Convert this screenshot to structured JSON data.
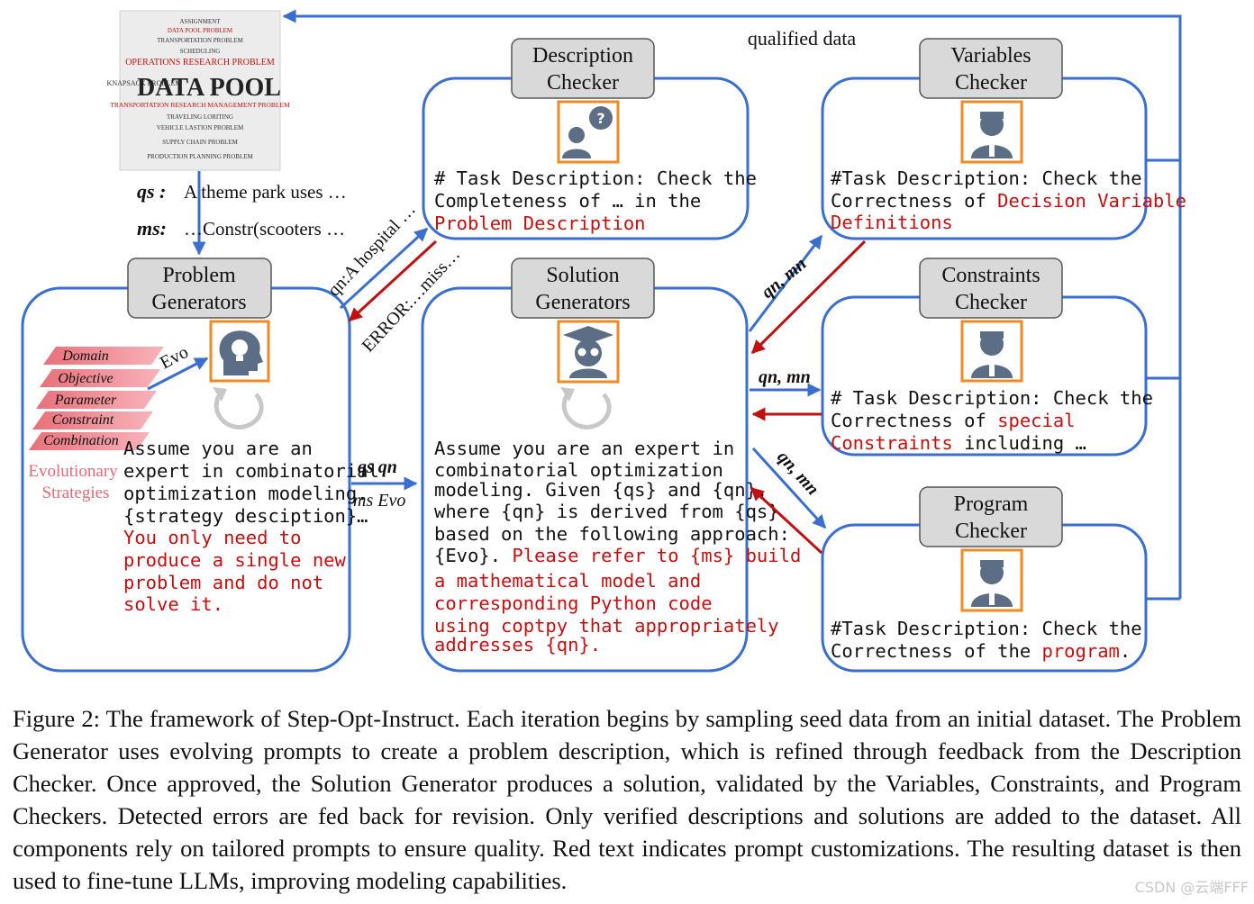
{
  "data_pool": {
    "title": "DATA POOL",
    "keywords": [
      "ASSIGNMENT",
      "DATA POOL PROBLEM",
      "TRANSPORTATION PROBLEM",
      "SCHEDULING",
      "KNAPSACK PROBLEM",
      "OPERATIONS RESEARCH PROBLEM",
      "TRANSPORTATION RESEARCH MANAGEMENT PROBLEM",
      "TRAVELING LORITING",
      "VEHICLE LASTION PROBLEM",
      "SUPPLY CHAIN PROBLEM",
      "PRODUCTION PLANNING PROBLEM"
    ]
  },
  "seed": {
    "qs_label": "qs :",
    "qs_text": "A theme park uses …",
    "ms_label": "ms:",
    "ms_text": "…Constr(scooters …"
  },
  "qualified_label": "qualified data",
  "problem_generators": {
    "title_line1": "Problem",
    "title_line2": "Generators",
    "strategies": [
      "Domain",
      "Objective",
      "Parameter",
      "Constraint",
      "Combination"
    ],
    "evo_label": "Evo",
    "evolutionary_line1": "Evolutionary",
    "evolutionary_line2": "Strategies",
    "prompt_black": [
      "Assume you are an",
      "expert in combinatorial",
      "optimization modeling.",
      "{strategy desciption}…"
    ],
    "prompt_red": [
      "You only need to",
      "produce a single new",
      "problem and do not",
      "solve it."
    ]
  },
  "description_checker": {
    "title_line1": "Description",
    "title_line2": "Checker",
    "text_line1": "# Task Description: Check the",
    "text_line2": "Completeness of … in the",
    "text_red": "Problem Description"
  },
  "solution_generators": {
    "title_line1": "Solution",
    "title_line2": "Generators",
    "prompt_black": [
      "Assume you are an expert in",
      "combinatorial optimization",
      "modeling. Given {qs} and {qn},",
      "where {qn} is derived from {qs}",
      "based on the following approach:"
    ],
    "prompt_mixed_black": "{Evo}. ",
    "prompt_mixed_red": "Please refer to {ms} build",
    "prompt_red": [
      "a mathematical model and",
      "corresponding Python code",
      "using coptpy that appropriately",
      "addresses {qn}."
    ]
  },
  "variables_checker": {
    "title_line1": "Variables",
    "title_line2": "Checker",
    "text_line1": "#Task Description: Check the",
    "text_line2_black": "Correctness of ",
    "text_line2_red": "Decision Variable",
    "text_line3_red": "Definitions"
  },
  "constraints_checker": {
    "title_line1": "Constraints",
    "title_line2": "Checker",
    "text_line1": "# Task Description: Check the",
    "text_line2_black": "Correctness of ",
    "text_line2_red": "special",
    "text_line3_red": "Constraints",
    "text_line3_black": " including …"
  },
  "program_checker": {
    "title_line1": "Program",
    "title_line2": "Checker",
    "text_line1": "#Task Description: Check the",
    "text_line2_black": "Correctness of the ",
    "text_line2_red": "program",
    "text_line2_end": "."
  },
  "edge_labels": {
    "qn_hospital": "qn:A hospital …",
    "error_miss": "ERROR:…miss…",
    "qs_qn": "qs  qn",
    "ms_evo": "ms Evo",
    "qn_mn_top": "qn, mn",
    "qn_mn_mid": "qn, mn",
    "qn_mn_bottom": "qn, mn"
  },
  "caption": "Figure 2: The framework of Step-Opt-Instruct. Each iteration begins by sampling seed data from an initial dataset. The Problem Generator uses evolving prompts to create a problem description, which is refined through feedback from the Description Checker.  Once approved, the Solution Generator produces a solution, validated by the Variables, Constraints, and Program Checkers. Detected errors are fed back for revision. Only verified descriptions and solutions are added to the dataset. All components rely on tailored prompts to ensure quality. Red text indicates prompt customizations. The resulting dataset is then used to fine-tune LLMs, improving modeling capabilities.",
  "watermark": "CSDN @云端FFF",
  "colors": {
    "blue": "#3a6fd0",
    "red": "#c21010",
    "orange": "#f08a24",
    "box_gray": "#d9d9d9"
  }
}
